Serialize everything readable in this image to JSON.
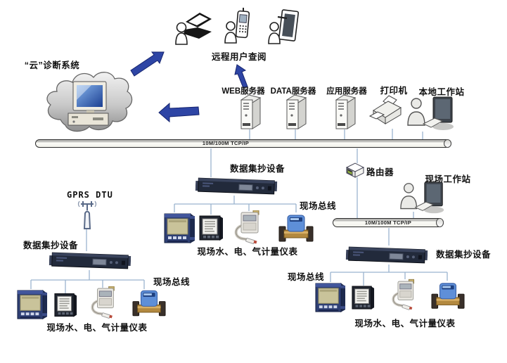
{
  "cloud_system": {
    "label": "“云”诊断系统"
  },
  "remote_users": {
    "label": "远程用户查阅"
  },
  "server_row": {
    "web_server": "WEB服务器",
    "data_server": "DATA服务器",
    "app_server": "应用服务器",
    "printer": "打印机",
    "local_workstation": "本地工作站"
  },
  "buses": {
    "backbone": "10M/100M TCP/IP",
    "field_segment": "10M/100M TCP/IP"
  },
  "router": {
    "label": "路由器"
  },
  "field_workstation": {
    "label": "现场工作站"
  },
  "gprs_dtu": {
    "label": "GPRS DTU"
  },
  "collectors": {
    "middle": "数据集抄设备",
    "left": "数据集抄设备",
    "right": "数据集抄设备"
  },
  "field_buses": {
    "middle": "现场总线",
    "left": "现场总线",
    "right": "现场总线"
  },
  "meter_groups": {
    "middle": "现场水、电、气计量仪表",
    "left": "现场水、电、气计量仪表",
    "right": "现场水、电、气计量仪表"
  },
  "colors": {
    "arrow_blue": "#2e45a5",
    "connector": "#9ab4cf",
    "rack_body": "#232a3a",
    "router_accent": "#8fae3d",
    "meter_navy": "#2e3f74",
    "flow_blue": "#5e8fd8",
    "brass": "#b3893f"
  }
}
